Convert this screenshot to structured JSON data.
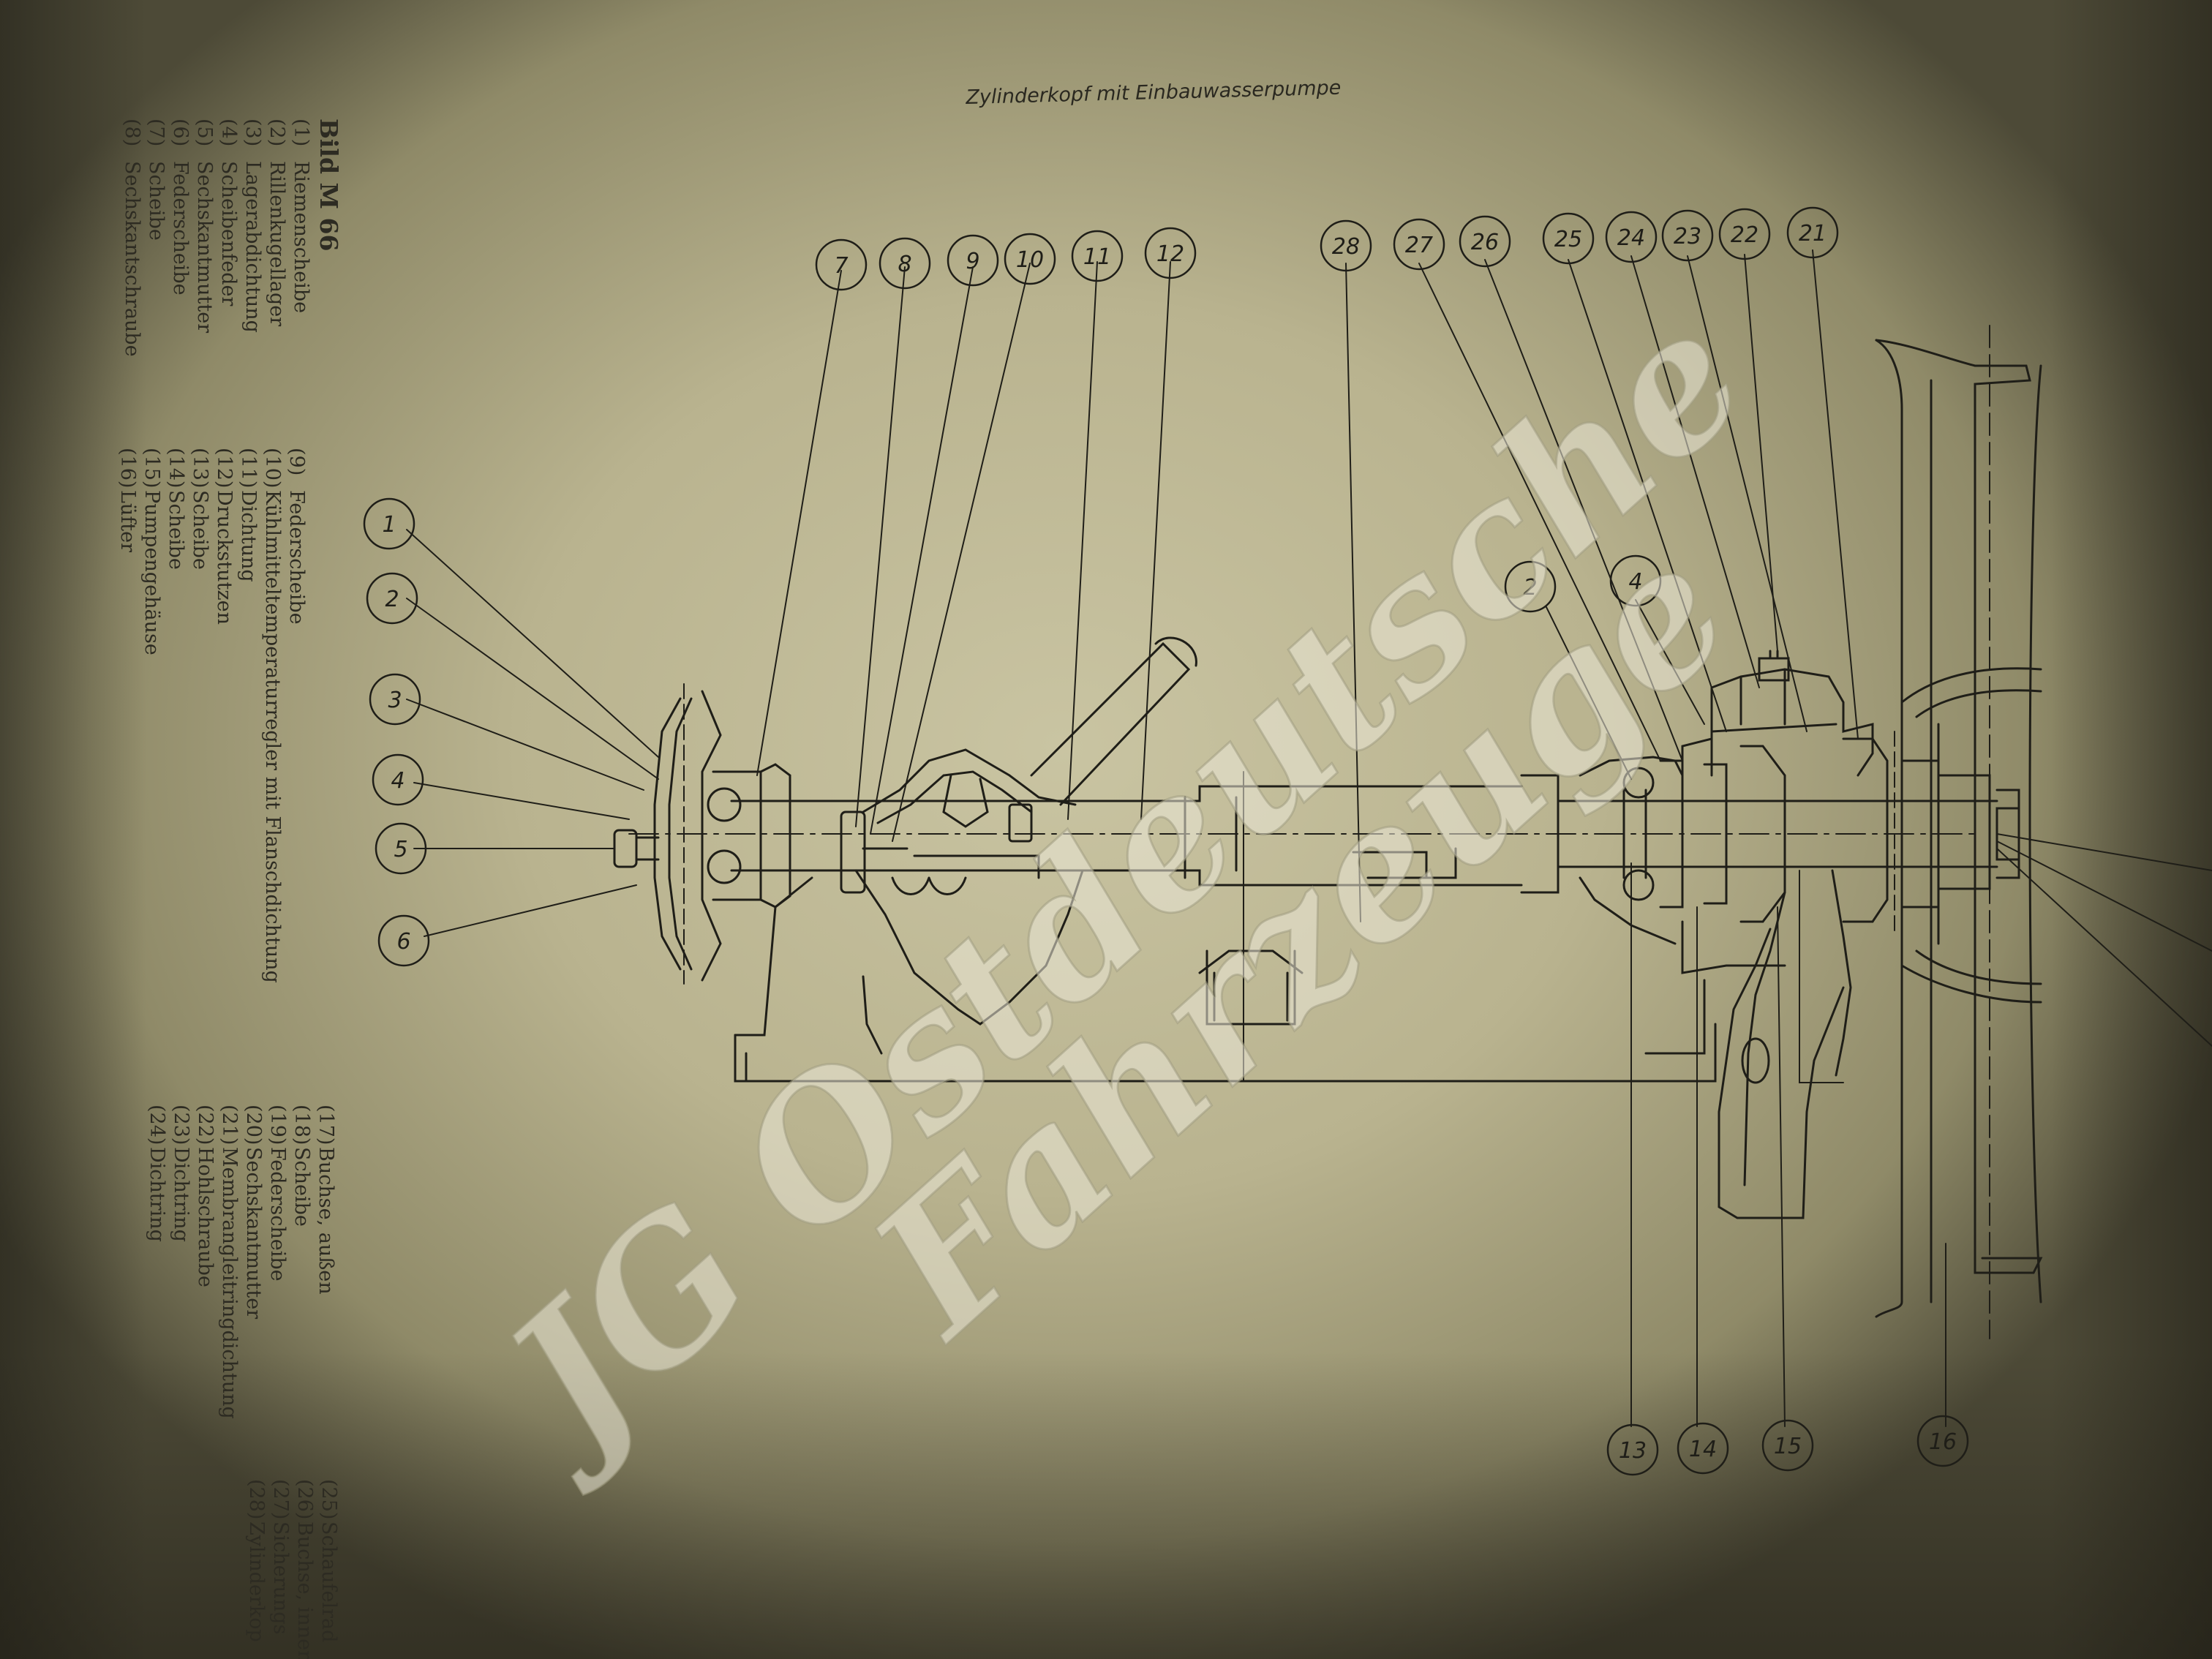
{
  "title": "Zylinderkopf mit Einbauwasserpumpe",
  "legend_heading": "Bild M 66",
  "legend_a": [
    {
      "num": "(1)",
      "text": "Riemenscheibe"
    },
    {
      "num": "(2)",
      "text": "Rillenkugellager"
    },
    {
      "num": "(3)",
      "text": "Lagerabdichtung"
    },
    {
      "num": "(4)",
      "text": "Scheibenfeder"
    },
    {
      "num": "(5)",
      "text": "Sechskantmutter"
    },
    {
      "num": "(6)",
      "text": "Federscheibe"
    },
    {
      "num": "(7)",
      "text": "Scheibe"
    },
    {
      "num": "(8)",
      "text": "Sechskantschraube"
    }
  ],
  "legend_b": [
    {
      "num": "(9)",
      "text": "Federscheibe"
    },
    {
      "num": "(10)",
      "text": "Kühlmitteltemperaturregler mit Flanschdichtung"
    },
    {
      "num": "(11)",
      "text": "Dichtung"
    },
    {
      "num": "(12)",
      "text": "Druckstutzen"
    },
    {
      "num": "(13)",
      "text": "Scheibe"
    },
    {
      "num": "(14)",
      "text": "Scheibe"
    },
    {
      "num": "(15)",
      "text": "Pumpengehäuse"
    },
    {
      "num": "(16)",
      "text": "Lüfter"
    }
  ],
  "legend_c": [
    {
      "num": "(17)",
      "text": "Buchse, außen"
    },
    {
      "num": "(18)",
      "text": "Scheibe"
    },
    {
      "num": "(19)",
      "text": "Federscheibe"
    },
    {
      "num": "(20)",
      "text": "Sechskantmutter"
    },
    {
      "num": "(21)",
      "text": "Membrangleitringdichtung"
    },
    {
      "num": "(22)",
      "text": "Hohlschraube"
    },
    {
      "num": "(23)",
      "text": "Dichtring"
    },
    {
      "num": "(24)",
      "text": "Dichtring"
    }
  ],
  "legend_d": [
    {
      "num": "(25)",
      "text": "Schaufelrad"
    },
    {
      "num": "(26)",
      "text": "Buchse, innen"
    },
    {
      "num": "(27)",
      "text": "Sicherungs"
    },
    {
      "num": "(28)",
      "text": "Zylinderkop"
    }
  ],
  "callouts_top": [
    "7",
    "8",
    "9",
    "10",
    "11",
    "12",
    "28",
    "27",
    "26",
    "25",
    "24",
    "23",
    "22",
    "21"
  ],
  "callouts_left": [
    "1",
    "2",
    "3",
    "4",
    "5",
    "6"
  ],
  "callouts_mid": [
    "2",
    "4"
  ],
  "callouts_bottom": [
    "13",
    "14",
    "15",
    "16"
  ],
  "watermark_line1": "JG Ostdeutsche",
  "watermark_line2": "Fahrzeuge"
}
